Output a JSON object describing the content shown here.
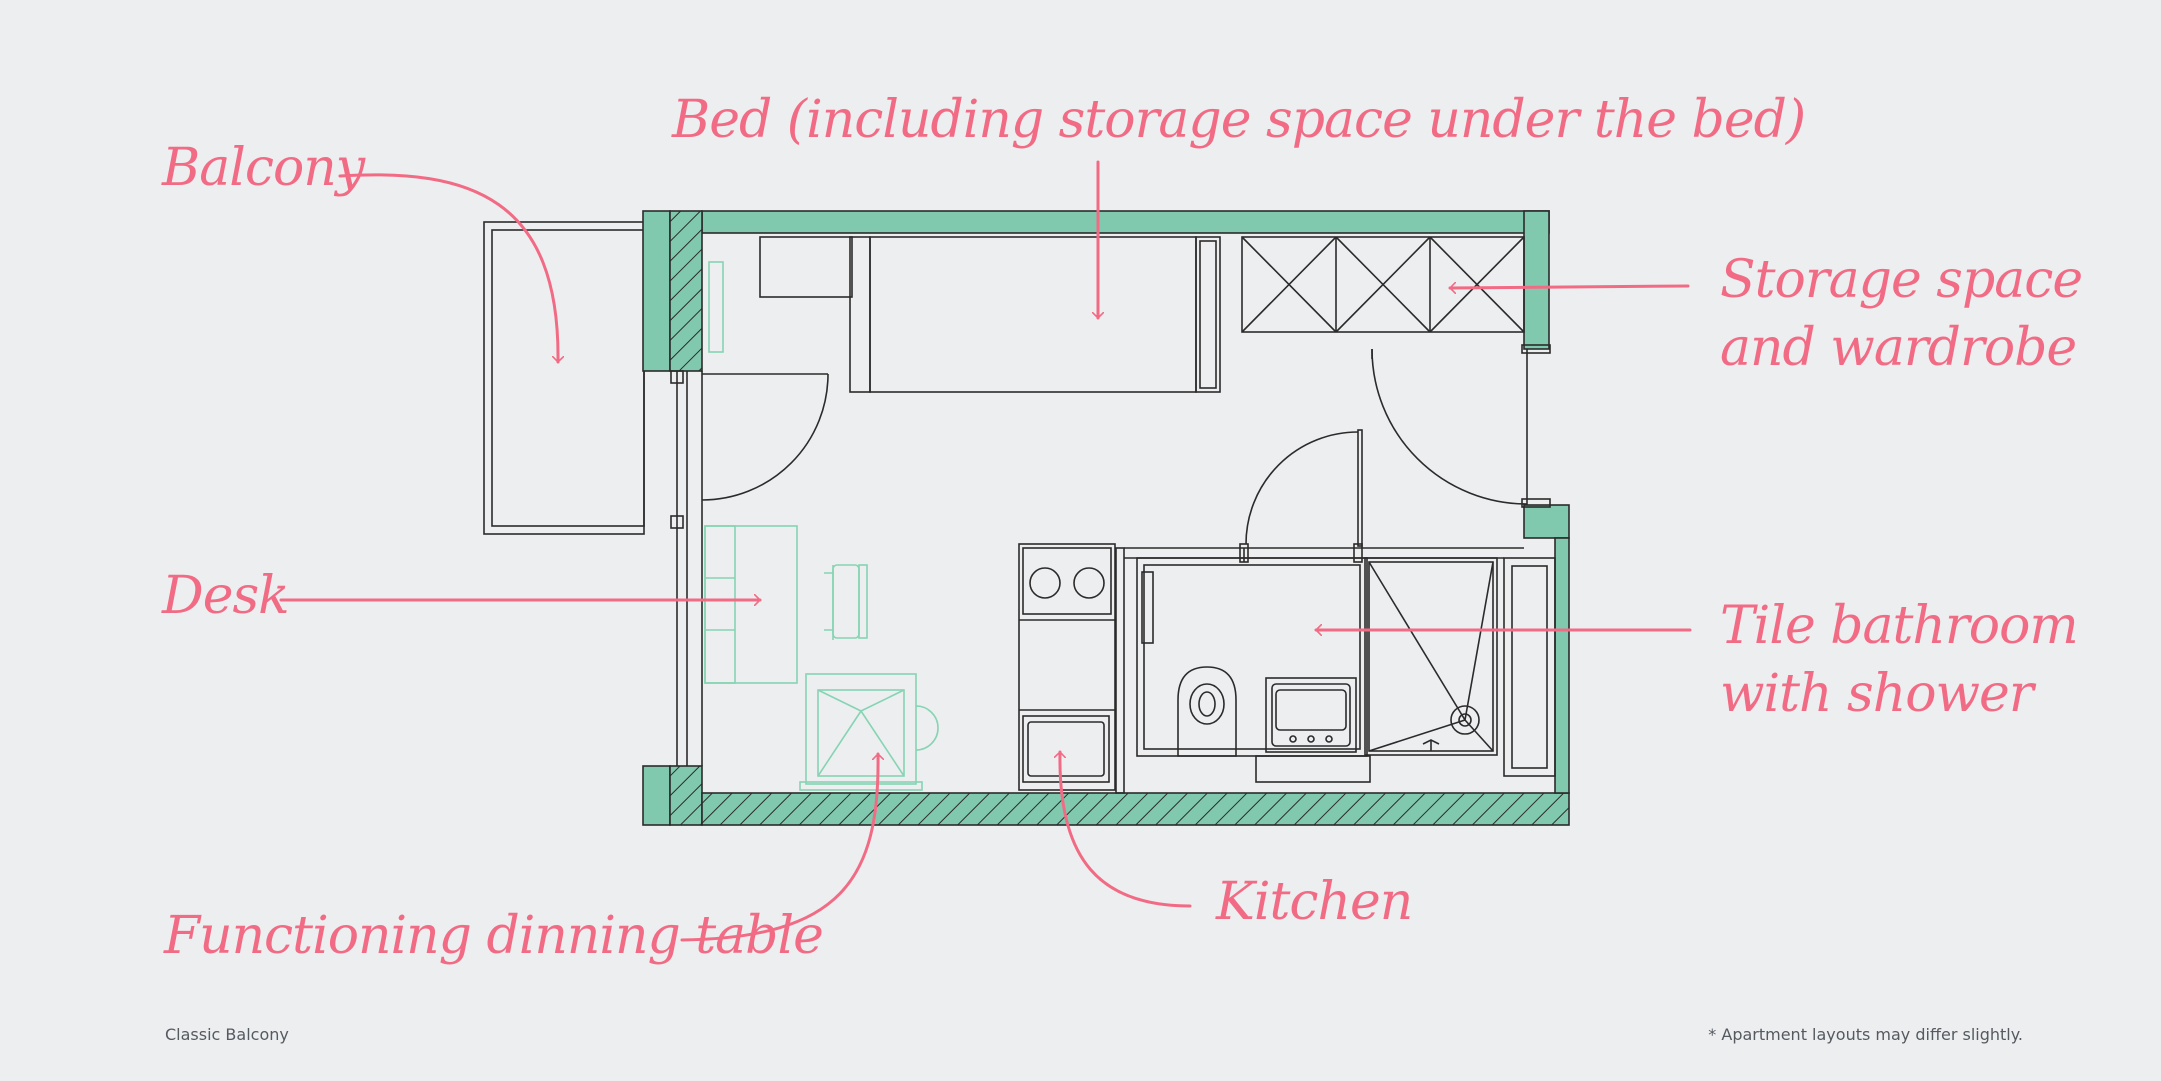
{
  "labels": {
    "bed": "Bed (including storage space under the bed)",
    "balcony": "Balcony",
    "storage_line1": "Storage space",
    "storage_line2": "and wardrobe",
    "desk": "Desk",
    "bathroom_line1": "Tile bathroom",
    "bathroom_line2": "with shower",
    "kitchen": "Kitchen",
    "dining": "Functioning dinning table"
  },
  "footer": {
    "layout_name": "Classic Balcony",
    "disclaimer": "* Apartment layouts may differ slightly."
  },
  "colors": {
    "background": "#edeef0",
    "wall_fill": "#80c9ae",
    "annotation": "#f26b85",
    "line": "#2b2b2b",
    "furniture_outline": "#86d4b3"
  }
}
